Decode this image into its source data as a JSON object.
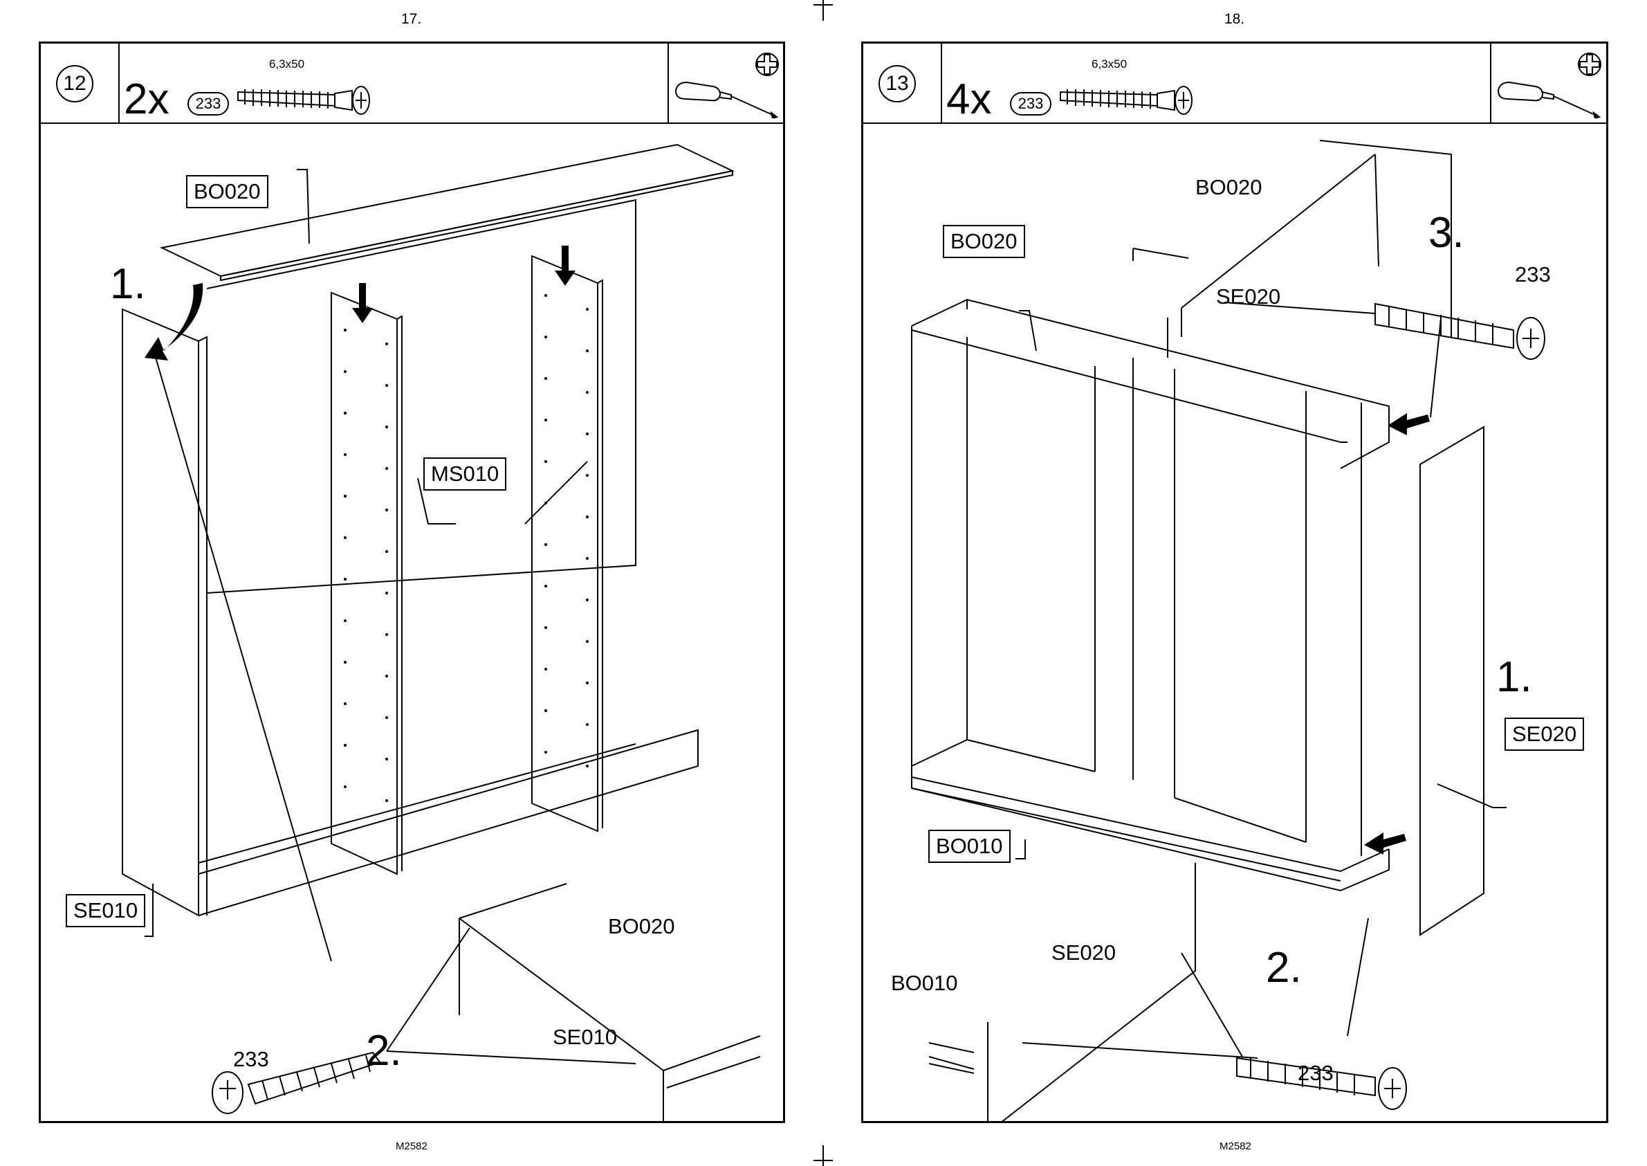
{
  "pages": [
    {
      "page_number": "17.",
      "footer_code": "M2582",
      "step": "12",
      "quantity": "2x",
      "part_number": "233",
      "screw_dimensions": "6,3x50",
      "tool_icon": "screwdriver-icon",
      "head_icon": "phillips-head-icon",
      "labels": {
        "top_panel": "BO020",
        "divider": "MS010",
        "side_panel": "SE010",
        "detail_top": "BO020",
        "detail_side": "SE010",
        "screw": "233"
      },
      "steps": [
        "1.",
        "2."
      ]
    },
    {
      "page_number": "18.",
      "footer_code": "M2582",
      "step": "13",
      "quantity": "4x",
      "part_number": "233",
      "screw_dimensions": "6,3x50",
      "tool_icon": "screwdriver-icon",
      "head_icon": "phillips-head-icon",
      "labels": {
        "top_detail": "BO020",
        "top_panel": "BO020",
        "side_detail": "SE020",
        "side_panel": "SE020",
        "bottom_panel": "BO010",
        "detail_side_bottom": "SE020",
        "detail_bottom": "BO010",
        "screw_top": "233",
        "screw_bottom": "233"
      },
      "steps": [
        "1.",
        "2.",
        "3."
      ]
    }
  ]
}
